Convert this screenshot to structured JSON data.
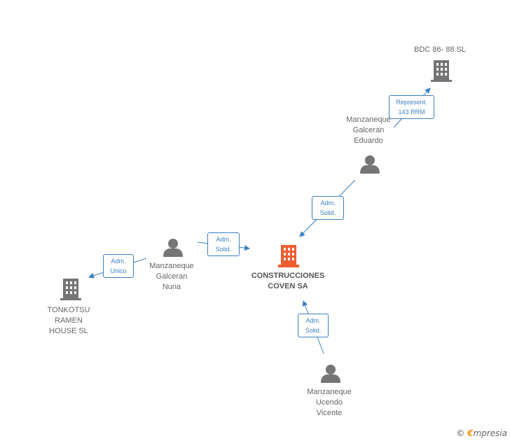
{
  "colors": {
    "edge": "#3b7fc4",
    "node": "#757575",
    "focus_node": "#ef5d2f"
  },
  "nodes": {
    "bdc": {
      "label": "BDC 86- 88 SL",
      "icon": "building-icon"
    },
    "eduardo": {
      "label": "Manzaneque\nGalceran\nEduardo",
      "icon": "person-icon"
    },
    "construcciones": {
      "label": "CONSTRUCCIONES\nCOVEN SA",
      "icon": "building-icon"
    },
    "nuria": {
      "label": "Manzaneque\nGalceran\nNuria",
      "icon": "person-icon"
    },
    "tonkotsu": {
      "label": "TONKOTSU\nRAMEN\nHOUSE SL",
      "icon": "building-icon"
    },
    "vicente": {
      "label": "Manzaneque\nUcendo\nVicente",
      "icon": "person-icon"
    }
  },
  "edges": {
    "represent": "Represent.\n143 RRM",
    "eduardo_adm": "Adm.\nSolid.",
    "nuria_adm": "Adm.\nSolid.",
    "nuria_unico": "Adm.\nUnico",
    "vicente_adm": "Adm.\nSolid."
  },
  "brand": {
    "copyright": "©",
    "e": "€",
    "rest": "mpresia"
  }
}
